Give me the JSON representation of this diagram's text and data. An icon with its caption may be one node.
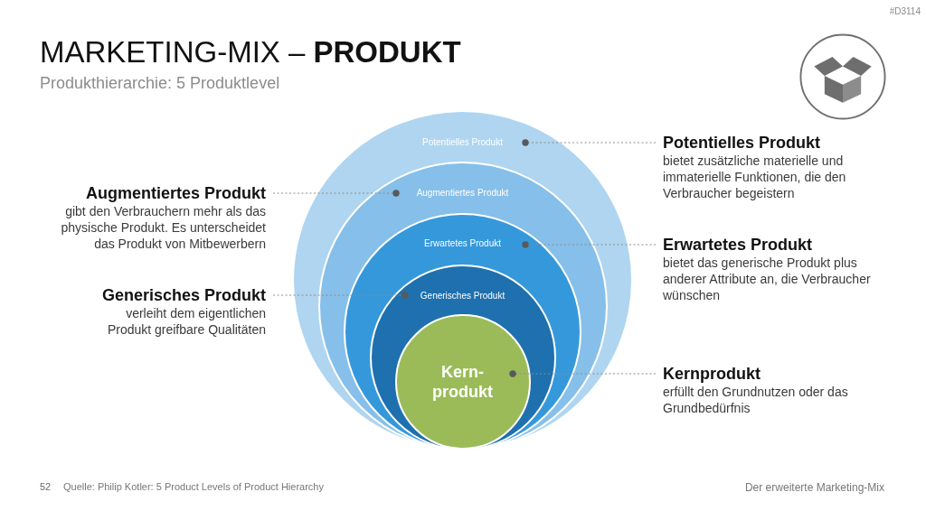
{
  "diagram": {
    "title": "MARKETING-MIX – **PRODUKT**",
    "nodes": [
      {
        "text": [
          "Potentielles Produkt"
        ]
      },
      {
        "text": [
          "Augmentiertes Produkt"
        ],
        "in": 0
      },
      {
        "text": [
          "Erwartetes Produkt"
        ],
        "in": 1
      },
      {
        "text": [
          "Generisches Produkt"
        ],
        "in": 2
      },
      {
        "text": [
          "Kern- produkt"
        ],
        "in": 3
      },
      {
        "text": [
          "Potentielles Produkt",
          "bietet zusätzliche materielle und immaterielle Funktionen, die den Verbraucher begeistern"
        ]
      },
      {
        "text": [
          "Augmentiertes Produkt",
          "gibt den Verbrauchern mehr als das physische Produkt. Es unterscheidet das Produkt von Mitbewerbern"
        ]
      },
      {
        "text": [
          "Erwartetes Produkt",
          "bietet das generische Produkt plus anderer Attribute an, die Verbraucher wünschen"
        ]
      },
      {
        "text": [
          "Generisches Produkt",
          "verleiht dem eigentlichen Produkt greifbare Qualitäten"
        ]
      },
      {
        "text": [
          "Kernprodukt",
          "erfüllt den Grundnutzen oder das Grundbedürfnis"
        ]
      }
    ],
    "edges": [
      {
        "from": 5,
        "to": 0,
        "arrow": "other",
        "style": "dashed"
      },
      {
        "from": 6,
        "to": 1,
        "arrow": "other",
        "style": "dashed"
      },
      {
        "from": 7,
        "to": 2,
        "arrow": "other",
        "style": "dashed"
      },
      {
        "from": 8,
        "to": 3,
        "arrow": "other",
        "style": "dashed"
      },
      {
        "from": 9,
        "to": 4,
        "arrow": "other",
        "style": "dashed"
      }
    ],
    "labels": [
      "#D3114",
      "Produkthierarchie: 5 Produktlevel",
      "52",
      "Quelle: Philip Kotler: 5 Product Levels of Product Hierarchy",
      "Der erweiterte Marketing-Mix"
    ]
  }
}
